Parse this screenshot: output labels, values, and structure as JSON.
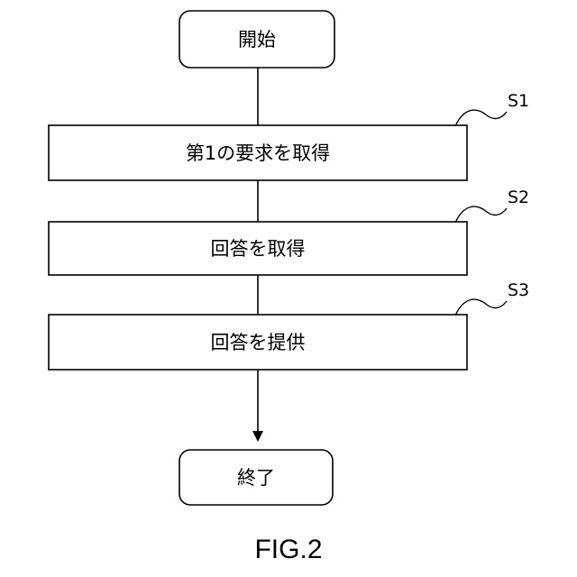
{
  "flowchart": {
    "start_label": "開始",
    "end_label": "終了",
    "steps": [
      {
        "id": "S1",
        "label": "第1の要求を取得"
      },
      {
        "id": "S2",
        "label": "回答を取得"
      },
      {
        "id": "S3",
        "label": "回答を提供"
      }
    ]
  },
  "figure": {
    "caption": "FIG.2"
  }
}
